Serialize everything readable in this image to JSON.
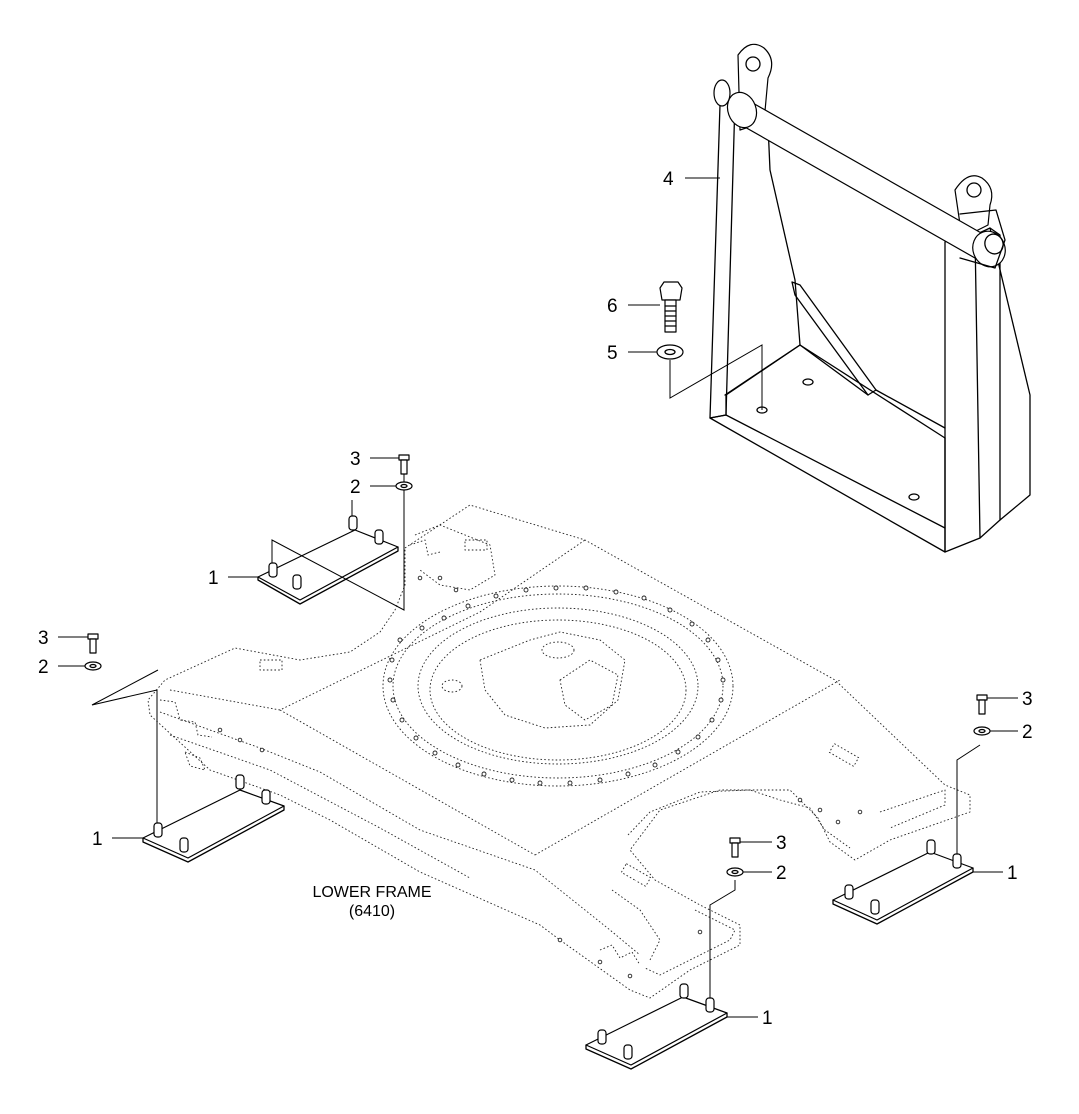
{
  "frame_label": {
    "line1": "LOWER FRAME",
    "line2": "(6410)"
  },
  "callouts": [
    {
      "id": "c4",
      "text": "4"
    },
    {
      "id": "c6",
      "text": "6"
    },
    {
      "id": "c5",
      "text": "5"
    },
    {
      "id": "c3a",
      "text": "3"
    },
    {
      "id": "c2a",
      "text": "2"
    },
    {
      "id": "c1a",
      "text": "1"
    },
    {
      "id": "c3b",
      "text": "3"
    },
    {
      "id": "c2b",
      "text": "2"
    },
    {
      "id": "c1b",
      "text": "1"
    },
    {
      "id": "c3c",
      "text": "3"
    },
    {
      "id": "c2c",
      "text": "2"
    },
    {
      "id": "c1c",
      "text": "1"
    },
    {
      "id": "c3d",
      "text": "3"
    },
    {
      "id": "c2d",
      "text": "2"
    },
    {
      "id": "c1d",
      "text": "1"
    }
  ]
}
